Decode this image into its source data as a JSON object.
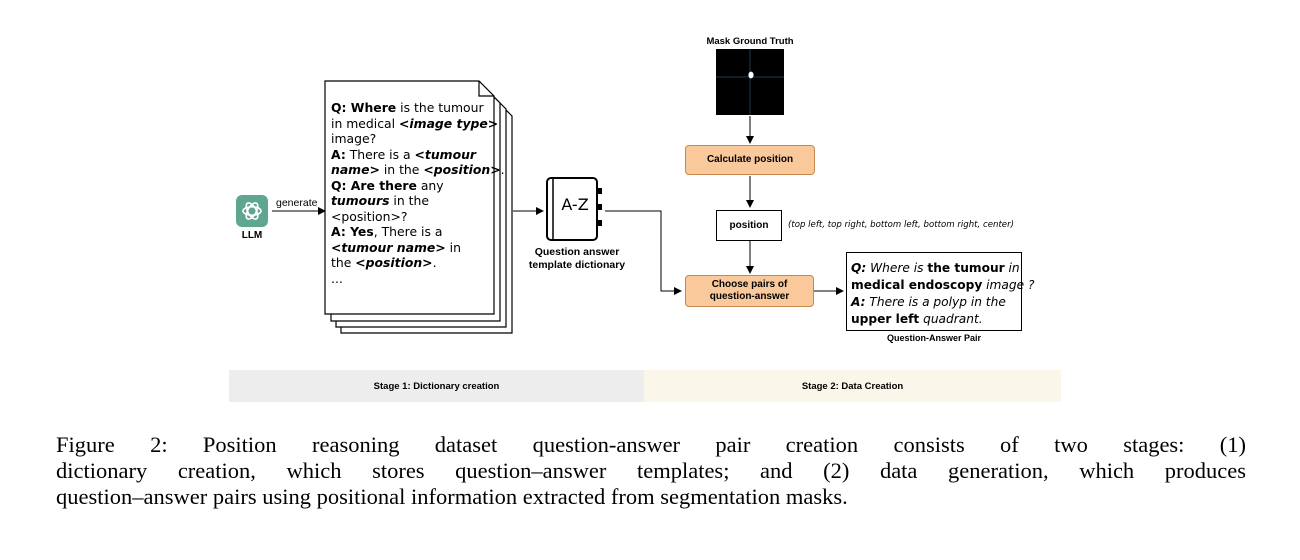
{
  "llm": {
    "label": "LLM",
    "arrow_label": "generate"
  },
  "document": {
    "lines": [
      [
        "<b>Q: Where</b> is the tumour"
      ],
      [
        "in medical <b><i>&lt;image type&gt;</i></b>"
      ],
      [
        "image?"
      ],
      [
        "<b>A:</b> There is a <b><i>&lt;tumour</i></b>"
      ],
      [
        "<b><i>name&gt;</i></b> in the <b><i>&lt;position&gt;</i></b>."
      ],
      [
        "<b>Q: Are there</b> any"
      ],
      [
        "<b><i>tumours</i></b> in the"
      ],
      [
        "&lt;position&gt;?"
      ],
      [
        "<b>A: Yes</b>, There is a"
      ],
      [
        "<b><i>&lt;tumour name&gt;</i></b> in"
      ],
      [
        "the <b><i>&lt;position&gt;</i></b>."
      ],
      [
        "..."
      ]
    ]
  },
  "dictionary": {
    "icon_text": "A-Z",
    "label_line1": "Question answer",
    "label_line2": "template dictionary"
  },
  "mask": {
    "title": "Mask Ground Truth"
  },
  "calculate": {
    "label": "Calculate position"
  },
  "position": {
    "label": "position",
    "options": "(top left, top right, bottom left, bottom right, center)"
  },
  "choose": {
    "line1": "Choose pairs of",
    "line2": "question-answer"
  },
  "qa_pair": {
    "lines": [
      "<b><i>Q:</i></b> <i>Where is</i> <b>the tumour</b> <i>in</i>",
      "<b>medical endoscopy</b> <i>image ?</i>",
      "<b><i>A:</i></b> <i>There is a polyp in the</i>",
      "<b>upper left</b> <i>quadrant.</i>"
    ],
    "label": "Question-Answer Pair"
  },
  "stages": {
    "stage1": "Stage 1: Dictionary creation",
    "stage2": "Stage 2: Data Creation"
  },
  "caption": {
    "line1": "Figure 2: Position reasoning dataset question-answer pair creation consists of two stages: (1)",
    "line2": "dictionary creation, which stores question–answer templates; and (2) data generation, which produces",
    "line3": "question–answer pairs using positional information extracted from segmentation masks."
  },
  "colors": {
    "orange_box": "#f9c89b",
    "orange_border": "#c8884f",
    "stage1_bg": "#ededed",
    "stage2_bg": "#fbf6ea",
    "llm_green": "#5ea592"
  }
}
